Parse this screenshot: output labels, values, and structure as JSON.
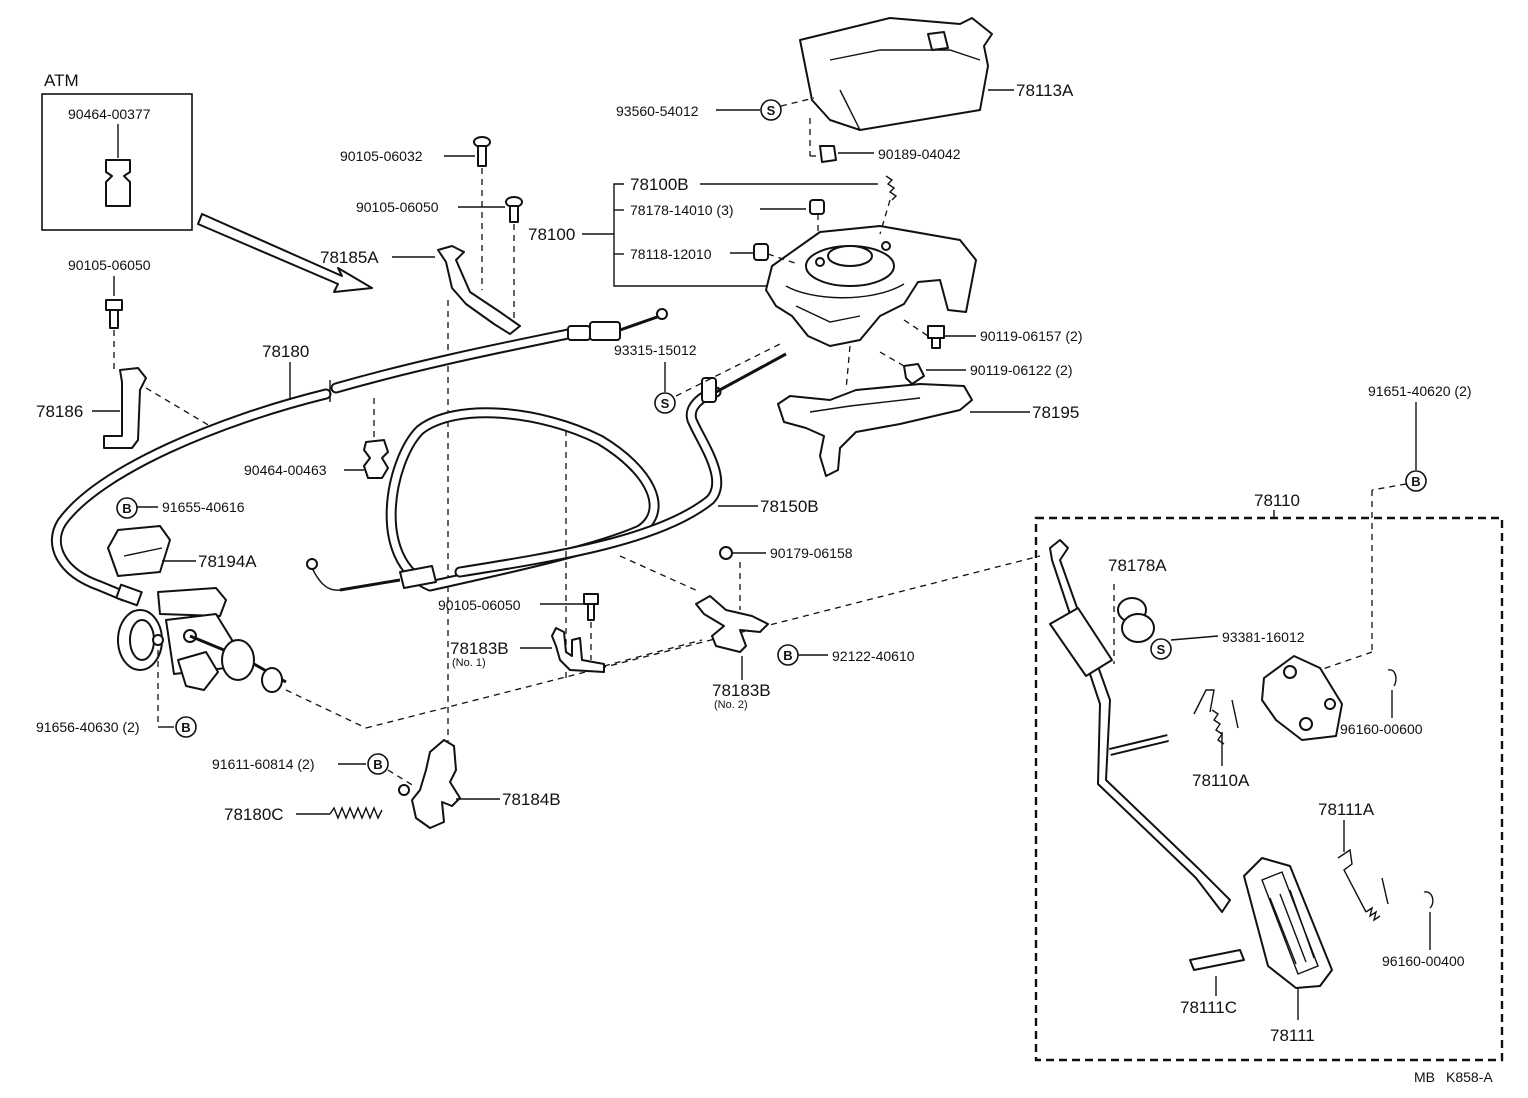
{
  "diagram": {
    "atm_inset": {
      "title": "ATM",
      "part": "90464-00377"
    },
    "labels": {
      "p90105_06032": "90105-06032",
      "p90105_06050_a": "90105-06050",
      "p78185A": "78185A",
      "p90105_06050_b": "90105-06050",
      "p78180": "78180",
      "p78186": "78186",
      "p90464_00463": "90464-00463",
      "p91655_40616": "91655-40616",
      "p78194A": "78194A",
      "p91656_40630": "91656-40630 (2)",
      "p91611_60814": "91611-60814 (2)",
      "p78180C": "78180C",
      "p78184B": "78184B",
      "p90105_06050_c": "90105-06050",
      "p78183B_1": "78183B",
      "p78183B_1_sub": "(No. 1)",
      "p78183B_2": "78183B",
      "p78183B_2_sub": "(No. 2)",
      "p92122_40610": "92122-40610",
      "p90179_06158": "90179-06158",
      "p78150B": "78150B",
      "p93315_15012": "93315-15012",
      "p93560_54012": "93560-54012",
      "p78113A": "78113A",
      "p90189_04042": "90189-04042",
      "p78100B": "78100B",
      "p78100": "78100",
      "p78178_14010": "78178-14010  (3)",
      "p78118_12010": "78118-12010",
      "p90119_06157": "90119-06157 (2)",
      "p90119_06122": "90119-06122 (2)",
      "p78195": "78195",
      "p91651_40620": "91651-40620 (2)",
      "p78110": "78110",
      "p78178A": "78178A",
      "p93381_16012": "93381-16012",
      "p78110A": "78110A",
      "p96160_00600": "96160-00600",
      "p78111A": "78111A",
      "p96160_00400": "96160-00400",
      "p78111C": "78111C",
      "p78111": "78111"
    },
    "symbols": {
      "bolt_b": "B",
      "screw_s": "S"
    },
    "footer": {
      "code_left": "MB",
      "code_right": "K858-A"
    }
  }
}
